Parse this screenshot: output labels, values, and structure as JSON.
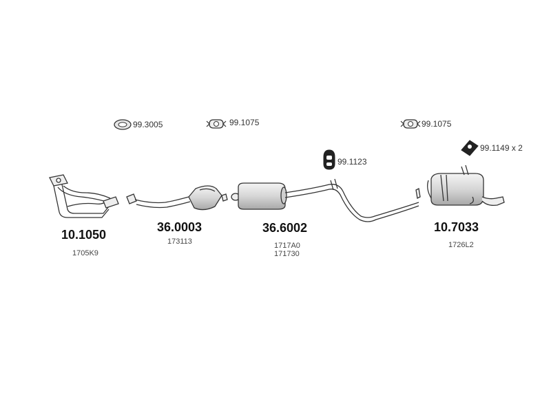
{
  "hardware": {
    "ring_gasket": "99.3005",
    "clamp_front": "99.1075",
    "clamp_rear": "99.1075",
    "hanger": "99.1123",
    "mount_pair": "99.1149 x 2"
  },
  "parts": [
    {
      "number": "10.1050",
      "oem": [
        "1705K9"
      ]
    },
    {
      "number": "36.0003",
      "oem": [
        "173113"
      ]
    },
    {
      "number": "36.6002",
      "oem": [
        "1717A0",
        "171730"
      ]
    },
    {
      "number": "10.7033",
      "oem": [
        "1726L2"
      ]
    }
  ],
  "colors": {
    "line": "#333333",
    "fill_light": "#f2f2f2",
    "fill_mid": "#dcdcdc",
    "fill_dark": "#b5b5b5"
  }
}
